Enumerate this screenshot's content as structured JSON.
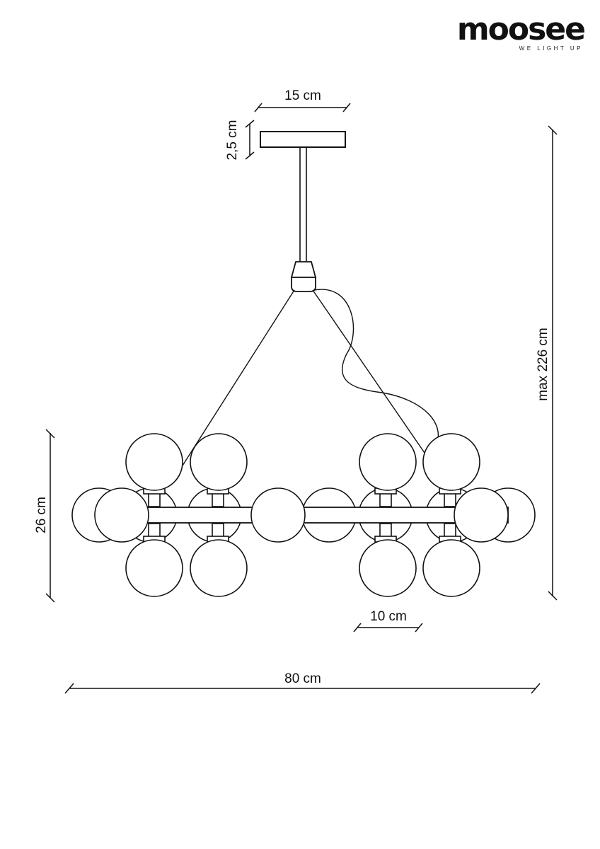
{
  "brand": {
    "name": "moosee",
    "tagline": "WE LIGHT UP"
  },
  "dimensions": {
    "canopy_width": "15 cm",
    "canopy_height": "2,5 cm",
    "body_height": "26 cm",
    "total_height": "max 226 cm",
    "globe_diameter": "10 cm",
    "total_width": "80 cm"
  },
  "colors": {
    "line": "#111111",
    "background": "#ffffff"
  }
}
